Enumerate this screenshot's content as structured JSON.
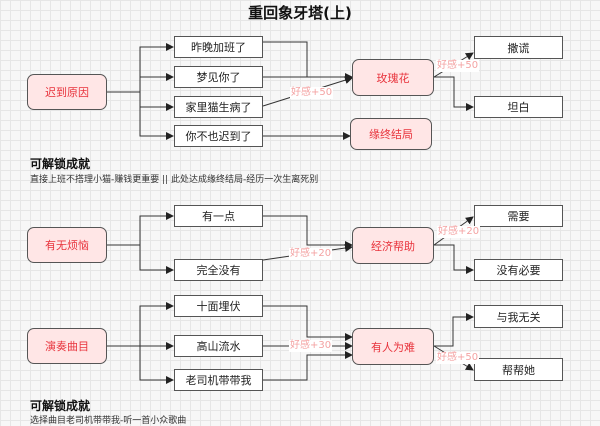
{
  "title": "重回象牙塔(上)",
  "sections": [
    {
      "root": "迟到原因",
      "options": [
        "昨晚加班了",
        "梦见你了",
        "家里猫生病了",
        "你不也迟到了"
      ],
      "results": [
        "玫瑰花",
        "缘终结局"
      ],
      "result_choices": [
        "撒谎",
        "坦白"
      ],
      "labels": [
        "好感+50",
        "好感+50"
      ],
      "achievement_title": "可解锁成就",
      "achievement_desc": "直接上班不搭理小猫-赚钱更重要  ||  此处达成缘终结局-经历一次生离死别"
    },
    {
      "root": "有无烦恼",
      "options": [
        "有一点",
        "完全没有"
      ],
      "results": [
        "经济帮助"
      ],
      "result_choices": [
        "需要",
        "没有必要"
      ],
      "labels": [
        "好感+20",
        "好感+20"
      ]
    },
    {
      "root": "演奏曲目",
      "options": [
        "十面埋伏",
        "高山流水",
        "老司机带带我"
      ],
      "results": [
        "有人为难"
      ],
      "result_choices": [
        "与我无关",
        "帮帮她"
      ],
      "labels": [
        "好感+30",
        "好感+50"
      ],
      "achievement_title": "可解锁成就",
      "achievement_desc": "选择曲目老司机带带我-听一首小众歌曲"
    }
  ]
}
